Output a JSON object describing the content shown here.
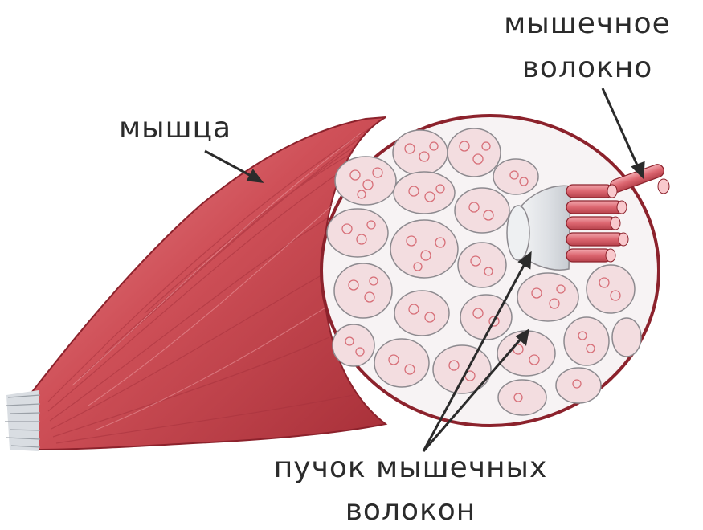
{
  "labels": {
    "muscle": "мышца",
    "muscle_fiber_line1": "мышечное",
    "muscle_fiber_line2": "волокно",
    "fiber_bundle_line1": "пучок мышечных",
    "fiber_bundle_line2": "волокон"
  },
  "colors": {
    "muscle": "#c94850",
    "muscle_light": "#e07a7f",
    "muscle_dark": "#8c222c",
    "fiber": "#ec949c",
    "bundle_fill": "#f3dde0",
    "connective_tissue": "#f7f3f4",
    "tendon": "#d9dde2",
    "text": "#2b2b2b"
  }
}
